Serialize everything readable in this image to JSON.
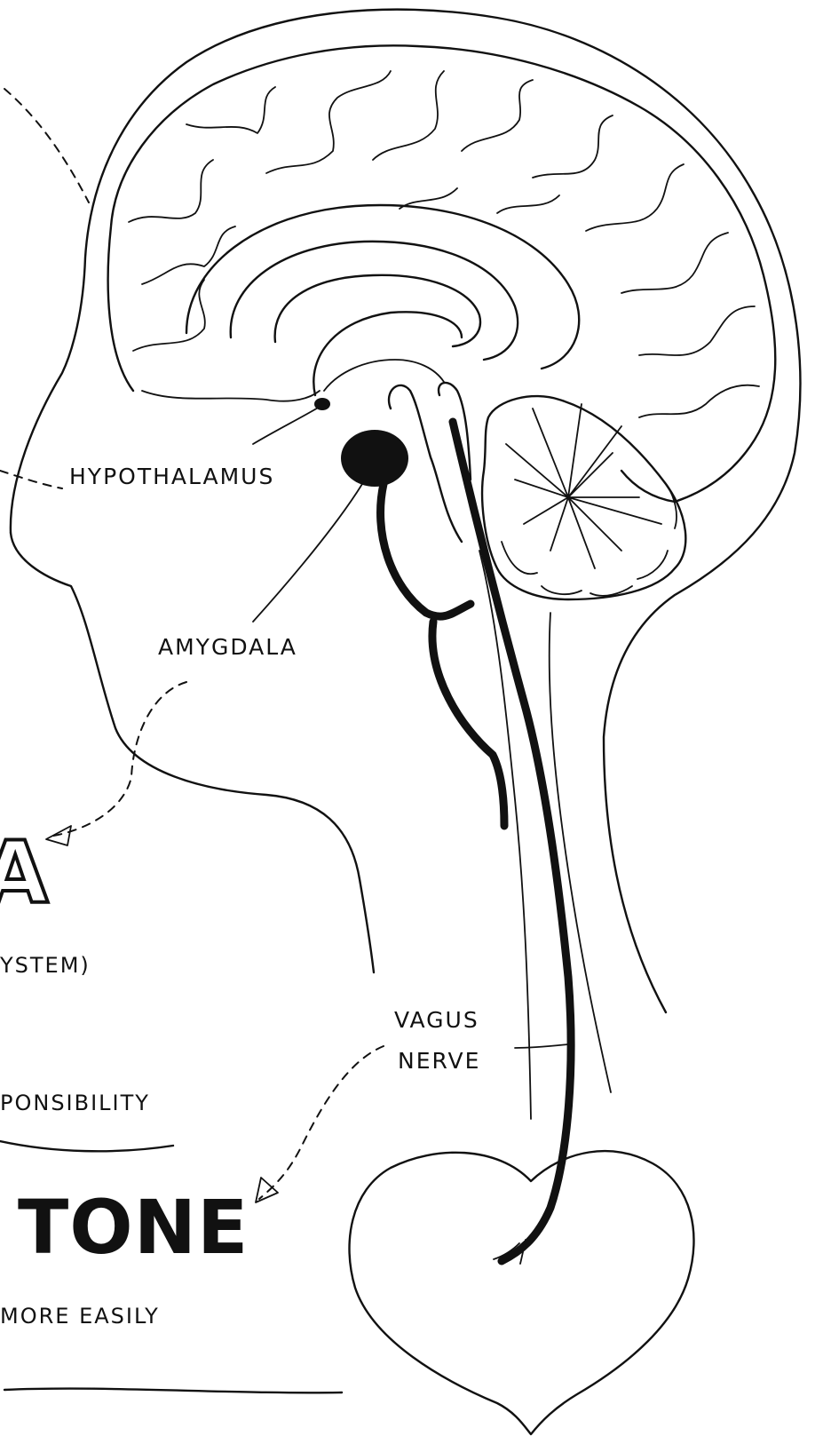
{
  "labels": {
    "hypothalamus": "HYPOTHALAMUS",
    "amygdala": "AMYGDALA",
    "vagus_nerve_line1": "VAGUS",
    "vagus_nerve_line2": "NERVE"
  },
  "cropped_text": {
    "big_letter": "A",
    "system": "YSTEM)",
    "responsibility": "PONSIBILITY",
    "tone": "TONE",
    "more_easily": "MORE  EASILY"
  },
  "colors": {
    "ink": "#111111",
    "background": "#ffffff"
  }
}
